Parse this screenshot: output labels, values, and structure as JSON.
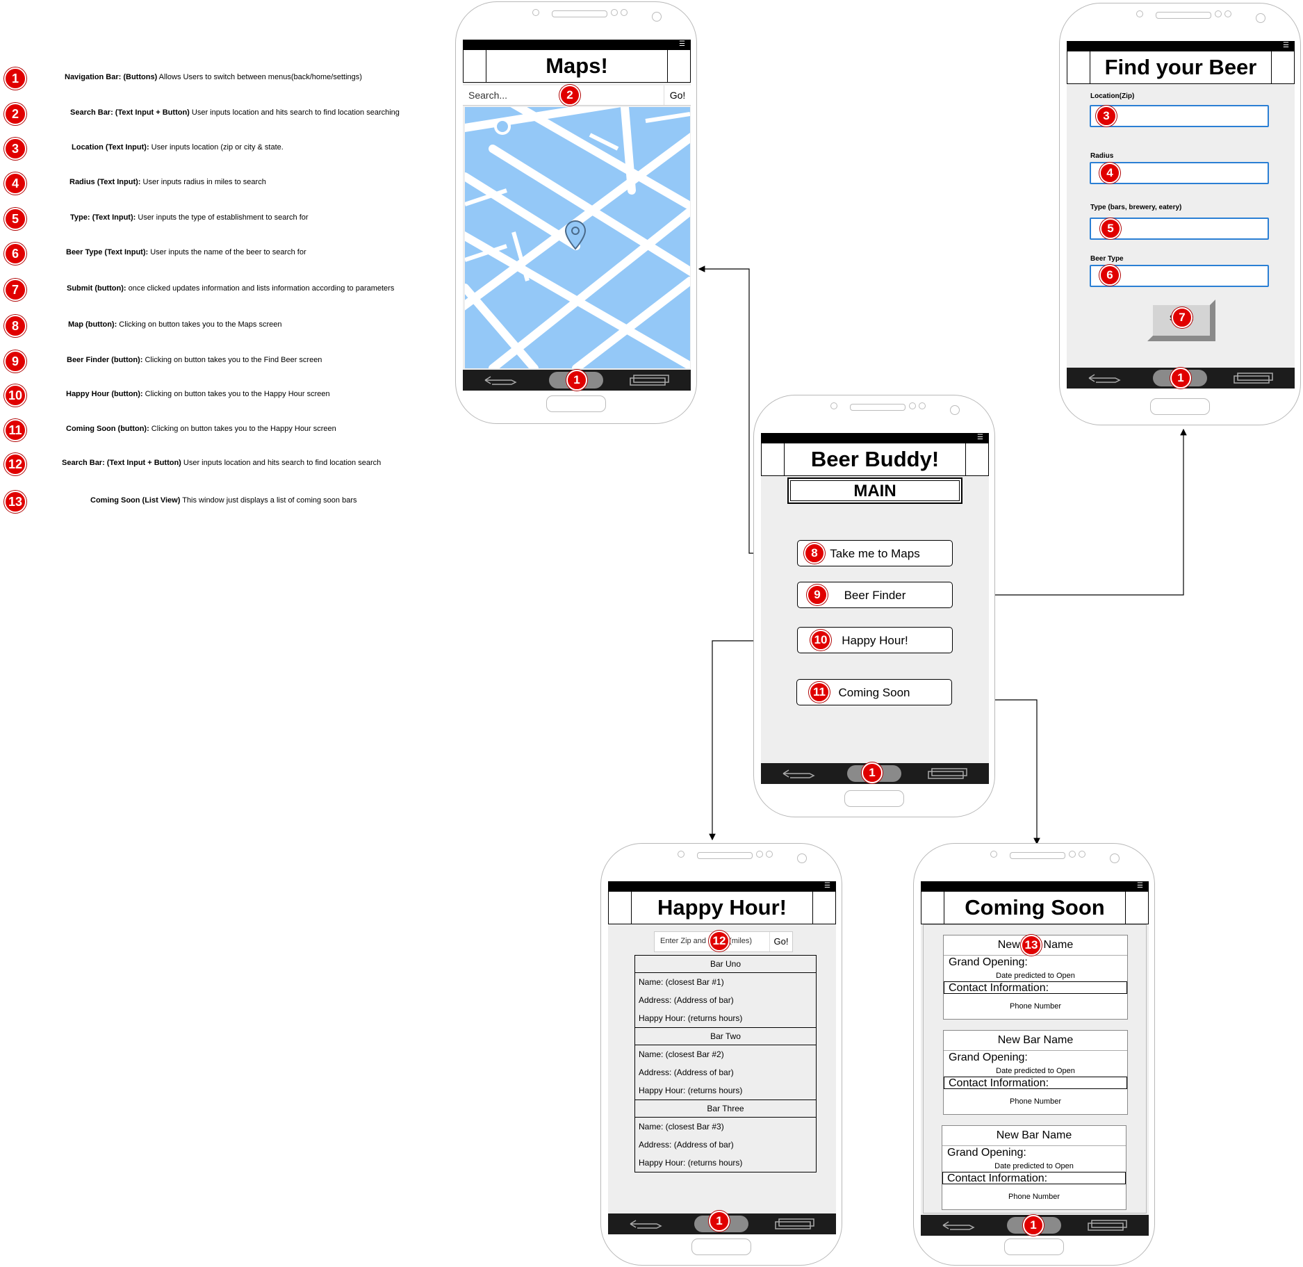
{
  "legend": [
    {
      "num": "1",
      "bold": "Navigation Bar: (Buttons)",
      "text": " Allows Users to switch between menus(back/home/settings)"
    },
    {
      "num": "2",
      "bold": "Search Bar: (Text Input + Button)",
      "text": " User inputs location and hits search to find location searching"
    },
    {
      "num": "3",
      "bold": "Location (Text Input):",
      "text": " User inputs location (zip or city & state."
    },
    {
      "num": "4",
      "bold": "Radius (Text Input):",
      "text": " User inputs radius in miles to search"
    },
    {
      "num": "5",
      "bold": "Type: (Text Input):",
      "text": " User inputs the type of establishment to search for"
    },
    {
      "num": "6",
      "bold": "Beer Type (Text Input):",
      "text": " User inputs the name of the beer to search for"
    },
    {
      "num": "7",
      "bold": "Submit (button):",
      "text": " once clicked updates information and lists information according to parameters"
    },
    {
      "num": "8",
      "bold": "Map (button):",
      "text": " Clicking on button takes you to the Maps screen"
    },
    {
      "num": "9",
      "bold": "Beer Finder (button):",
      "text": " Clicking on button takes you to the Find Beer screen"
    },
    {
      "num": "10",
      "bold": "Happy Hour (button):",
      "text": " Clicking on button takes you to the Happy Hour screen"
    },
    {
      "num": "11",
      "bold": "Coming Soon (button):",
      "text": " Clicking on button takes you to the Happy Hour screen"
    },
    {
      "num": "12",
      "bold": "Search Bar: (Text Input + Button)",
      "text": " User inputs location and hits search to find location search"
    },
    {
      "num": "13",
      "bold": "Coming Soon (List View)",
      "text": " This window just displays a list of coming soon bars"
    }
  ],
  "nav_badge": "1",
  "maps": {
    "title": "Maps!",
    "search_placeholder": "Search...",
    "go_label": "Go!",
    "badge": "2"
  },
  "main": {
    "title": "Beer Buddy!",
    "subtitle": "MAIN",
    "buttons": [
      {
        "num": "8",
        "label": "Take me to Maps"
      },
      {
        "num": "9",
        "label": "Beer Finder"
      },
      {
        "num": "10",
        "label": "Happy Hour!"
      },
      {
        "num": "11",
        "label": "Coming Soon"
      }
    ]
  },
  "find_beer": {
    "title": "Find your Beer",
    "fields": [
      {
        "num": "3",
        "label": "Location(Zip)"
      },
      {
        "num": "4",
        "label": "Radius"
      },
      {
        "num": "5",
        "label": "Type (bars, brewery, eatery)"
      },
      {
        "num": "6",
        "label": "Beer Type"
      }
    ],
    "submit_label": "Submit",
    "submit_badge": "7"
  },
  "happy_hour": {
    "title": "Happy Hour!",
    "search_placeholder": "Enter Zip and radius(miles)",
    "go_label": "Go!",
    "badge": "12",
    "bars": [
      {
        "header": "Bar Uno",
        "name": "Name: (closest Bar #1)",
        "address": "Address: (Address of bar)",
        "hours": "Happy Hour: (returns hours)"
      },
      {
        "header": "Bar Two",
        "name": "Name: (closest Bar #2)",
        "address": "Address: (Address of bar)",
        "hours": "Happy Hour: (returns hours)"
      },
      {
        "header": "Bar Three",
        "name": "Name: (closest Bar #3)",
        "address": "Address: (Address of bar)",
        "hours": "Happy Hour: (returns hours)"
      }
    ]
  },
  "coming_soon": {
    "title": "Coming Soon",
    "badge": "13",
    "cards": [
      {
        "name": "New Bar Name",
        "grand_opening": "Grand Opening:",
        "date": "Date predicted to Open",
        "contact": "Contact Information:",
        "phone": "Phone Number"
      },
      {
        "name": "New Bar Name",
        "grand_opening": "Grand Opening:",
        "date": "Date predicted to Open",
        "contact": "Contact Information:",
        "phone": "Phone Number"
      },
      {
        "name": "New Bar Name",
        "grand_opening": "Grand Opening:",
        "date": "Date predicted to Open",
        "contact": "Contact Information:",
        "phone": "Phone Number"
      }
    ]
  },
  "colors": {
    "badge": "#e00000",
    "input_border": "#2a7fd4",
    "map_water": "#94c8f7",
    "nav": "#1c1c1c"
  }
}
